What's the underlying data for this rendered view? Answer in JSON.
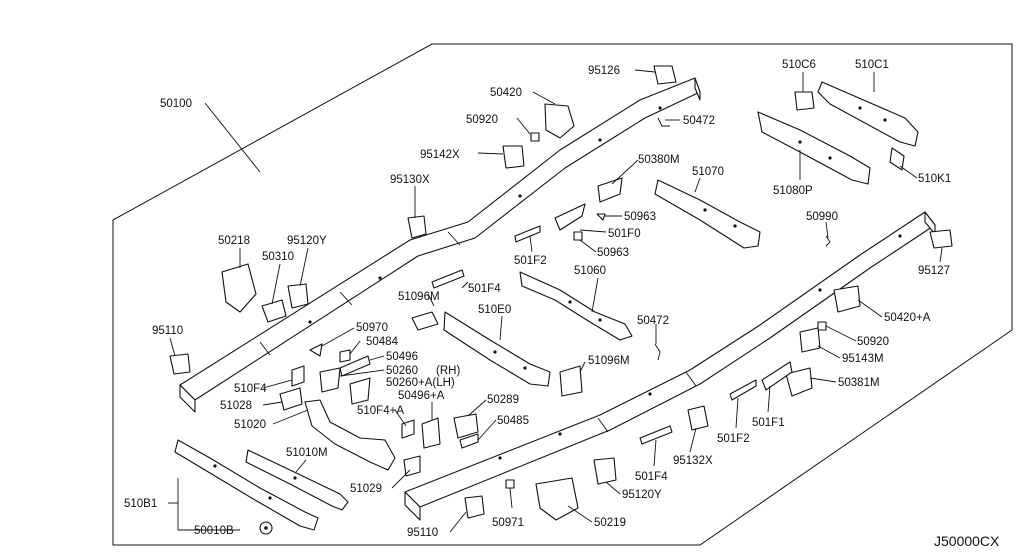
{
  "diagram": {
    "reference_code": "J50000CX",
    "frame_callout": "50100",
    "callouts": {
      "p95126": "95126",
      "p50420": "50420",
      "p50920": "50920",
      "p50472a": "50472",
      "p95142x": "95142X",
      "p95130x": "95130X",
      "p50380m": "50380M",
      "p51070": "51070",
      "p50963a": "50963",
      "p501f0": "501F0",
      "p50963b": "50963",
      "p501f2a": "501F2",
      "p510c6": "510C6",
      "p510c1": "510C1",
      "p510k1": "510K1",
      "p51080p": "51080P",
      "p50990": "50990",
      "p95127": "95127",
      "p50218": "50218",
      "p50310": "50310",
      "p95120ya": "95120Y",
      "p51096ma": "51096M",
      "p501f4a": "501F4",
      "p51060": "51060",
      "p95110a": "95110",
      "p50970": "50970",
      "p50484": "50484",
      "p50496": "50496",
      "p50260": "50260",
      "p50260al": "50260+A(LH)",
      "p510e0": "510E0",
      "p50472b": "50472",
      "p51096mb": "51096M",
      "p50420a": "50420+A",
      "p50920b": "50920",
      "p95143m": "95143M",
      "p50381m": "50381M",
      "p510f4a": "510F4",
      "p51028": "51028",
      "p51020": "51020",
      "p510f4pa": "510F4+A",
      "p50496pa": "50496+A",
      "p50289": "50289",
      "p50485": "50485",
      "p51010m": "51010M",
      "p51029": "51029",
      "p510b1": "510B1",
      "p50010b": "50010B",
      "p95110b": "95110",
      "p50971": "50971",
      "p50219": "50219",
      "p95120yb": "95120Y",
      "p501f4b": "501F4",
      "p95132x": "95132X",
      "p501f2b": "501F2",
      "p501f1": "501F1",
      "rh_tag": "(RH)"
    }
  }
}
